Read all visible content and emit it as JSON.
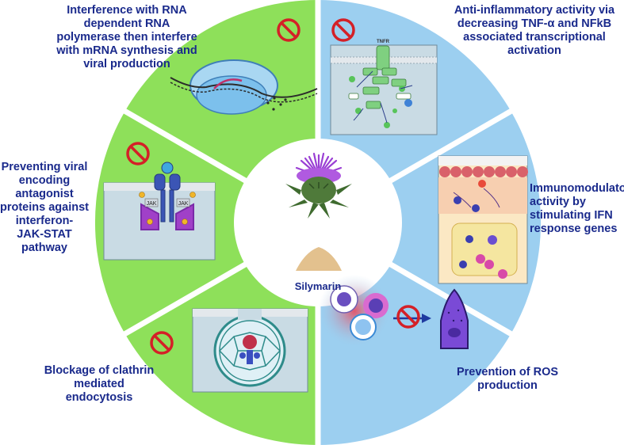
{
  "center": {
    "label": "Silymarin"
  },
  "segments": [
    {
      "label": "Interference with RNA\ndependent RNA\npolymerase then interfere\nwith mRNA synthesis and\nviral production",
      "side": "left"
    },
    {
      "label": "Anti-inflammatory activity via\ndecreasing TNF-α and NFkB\nassociated transcriptional\nactivation",
      "side": "right"
    },
    {
      "label": "Preventing viral\nencoding\nantagonist\nproteins against\ninterferon-\nJAK-STAT\npathway",
      "side": "left"
    },
    {
      "label": "Immunomodulatory\nactivity by\nstimulating IFN\nresponse genes",
      "side": "right"
    },
    {
      "label": "Blockage of clathrin\nmediated\nendocytosis",
      "side": "left"
    },
    {
      "label": "Prevention of ROS\nproduction",
      "side": "right"
    }
  ],
  "panels": {
    "tnfr": {
      "title": "TNFR"
    },
    "jak": {
      "left": "JAK",
      "right": "JAK"
    }
  },
  "colors": {
    "green": "#8ee05a",
    "blue": "#9ccff0",
    "text": "#1a2a8c",
    "prohibit": "#d42027"
  }
}
